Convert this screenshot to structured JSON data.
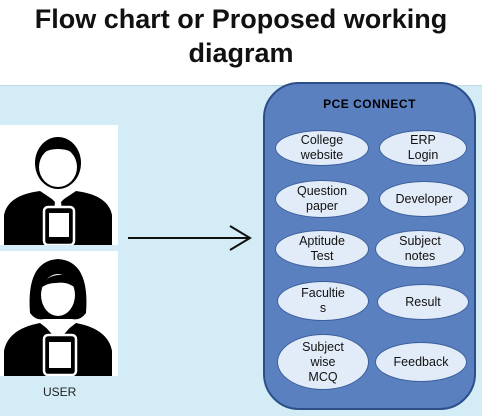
{
  "title_line1": "Flow chart or Proposed working",
  "title_line2": "diagram",
  "user_label": "USER",
  "connect": {
    "title": "PCE CONNECT",
    "items": [
      "College\nwebsite",
      "ERP\nLogin",
      "Question\npaper",
      "Developer",
      "Aptitude\nTest",
      "Subject\nnotes",
      "Facultie\ns",
      "Result",
      "Subject\nwise\nMCQ",
      "Feedback"
    ]
  },
  "icons": [
    "male-user-with-tablet-icon",
    "female-user-with-tablet-icon",
    "right-arrow-icon"
  ],
  "colors": {
    "background_panel": "#d4ecf6",
    "connect_fill": "#5b80c0",
    "connect_border": "#2c4f8a",
    "pill_fill": "#e2ecf8"
  }
}
